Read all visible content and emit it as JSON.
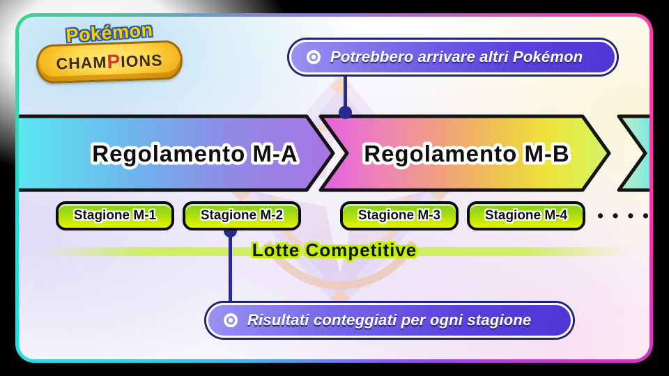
{
  "logo": {
    "brand": "Pokémon",
    "title_parts": {
      "pre": "CHAM",
      "p": "P",
      "post": "IONS"
    }
  },
  "callouts": {
    "top": {
      "label": "Potrebbero arrivare altri Pokémon",
      "icon": "bullseye-icon"
    },
    "bottom": {
      "label": "Risultati conteggiati per ogni stagione",
      "icon": "bullseye-icon"
    }
  },
  "timeline": {
    "regulations": [
      {
        "label": "Regolamento M-A",
        "colors": [
          "#5ce9f2",
          "#6fb4ec",
          "#8f8ae6",
          "#a974e2"
        ]
      },
      {
        "label": "Regolamento M-B",
        "colors": [
          "#e260e4",
          "#ee85b4",
          "#f09d83",
          "#eec44f",
          "#efe13c",
          "#cdf06e"
        ]
      },
      {
        "label": "",
        "colors": [
          "#c5f2c0",
          "#62e4ef"
        ]
      }
    ],
    "seasons": [
      {
        "label": "Stagione M-1"
      },
      {
        "label": "Stagione M-2"
      },
      {
        "label": "Stagione M-3"
      },
      {
        "label": "Stagione M-4"
      }
    ],
    "ellipsis": "• • • •"
  },
  "caption": {
    "label": "Lotte Competitive"
  },
  "colors": {
    "connector_navy": "#272b8f",
    "callout_purple": "#5a41dc",
    "callout_ring_navy": "#20236f",
    "pill_green_top": "#83cd1d",
    "pill_yellow_bottom": "#e9f402",
    "caption_green": "#c6ee00",
    "frame_left_cyan": "#2fd8cf",
    "frame_right_pink": "#ff35a2",
    "frame_topleft_green": "#39d48e",
    "page_background": "#000000"
  }
}
